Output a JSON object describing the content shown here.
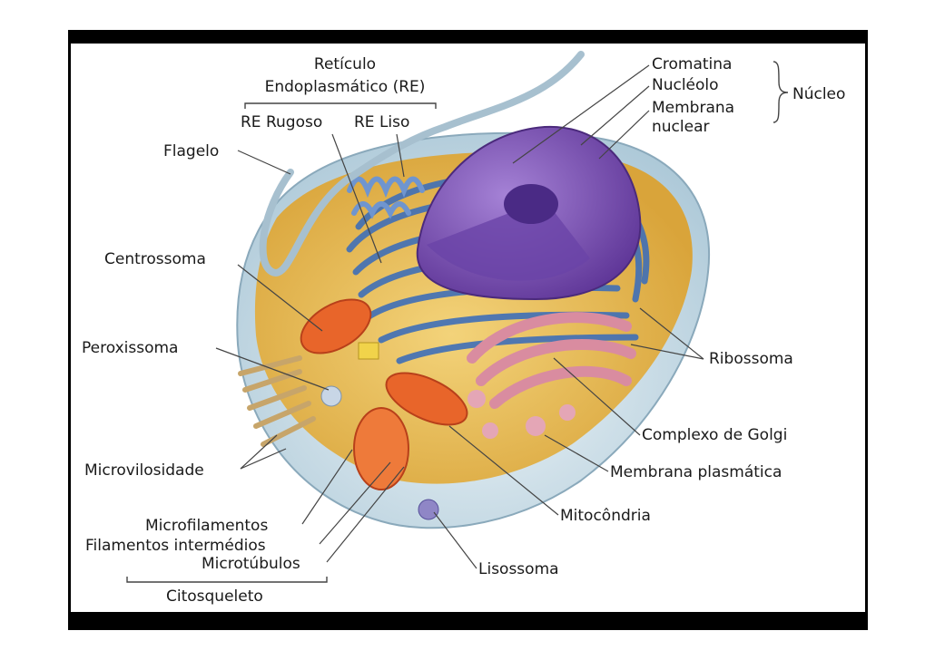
{
  "labels": {
    "reticulo": "Retículo",
    "endoplasmatico": "Endoplasmático (RE)",
    "re_rugoso": "RE Rugoso",
    "re_liso": "RE Liso",
    "flagelo": "Flagelo",
    "centrossoma": "Centrossoma",
    "peroxissoma": "Peroxissoma",
    "microvilosidade": "Microvilosidade",
    "microfilamentos": "Microfilamentos",
    "filamentos_intermedios": "Filamentos intermédios",
    "microtubulos": "Microtúbulos",
    "citosqueleto": "Citosqueleto",
    "cromatina": "Cromatina",
    "nucleolo": "Nucléolo",
    "membrana": "Membrana",
    "nuclear": "nuclear",
    "nucleo": "Núcleo",
    "ribossoma": "Ribossoma",
    "complexo_golgi": "Complexo de Golgi",
    "membrana_plasmatica": "Membrana plasmática",
    "mitocondria": "Mitocôndria",
    "lisossoma": "Lisossoma"
  },
  "colors": {
    "cytoplasm": "#e6b84a",
    "membrane": "#cfe2ec",
    "er": "#3f6fb8",
    "nucleus": "#7b4fb0",
    "golgi": "#d98ca0",
    "mitochondria": "#e8652a",
    "frame": "#000000"
  }
}
